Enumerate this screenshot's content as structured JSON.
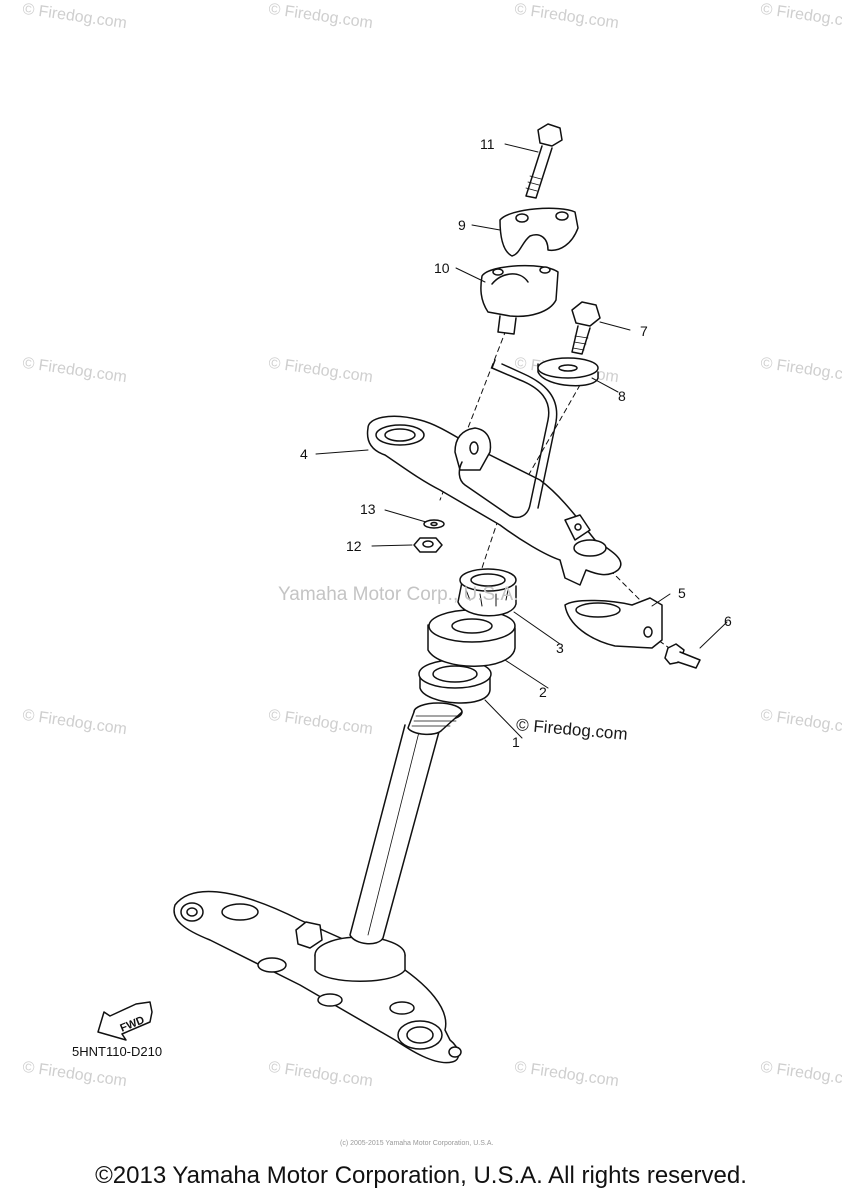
{
  "watermark": "© Firedog.com",
  "center_watermark": "Yamaha Motor Corp., U.S.A.",
  "site_watermark": "© Firedog.com",
  "diagram_code": "5HNT110-D210",
  "fwd_label": "FWD",
  "fine_print": "(c) 2005-2015 Yamaha Motor Corporation, U.S.A.",
  "copyright": "©2013 Yamaha Motor Corporation, U.S.A. All rights reserved.",
  "callouts": [
    "1",
    "2",
    "3",
    "4",
    "5",
    "6",
    "7",
    "8",
    "9",
    "10",
    "11",
    "12",
    "13"
  ]
}
